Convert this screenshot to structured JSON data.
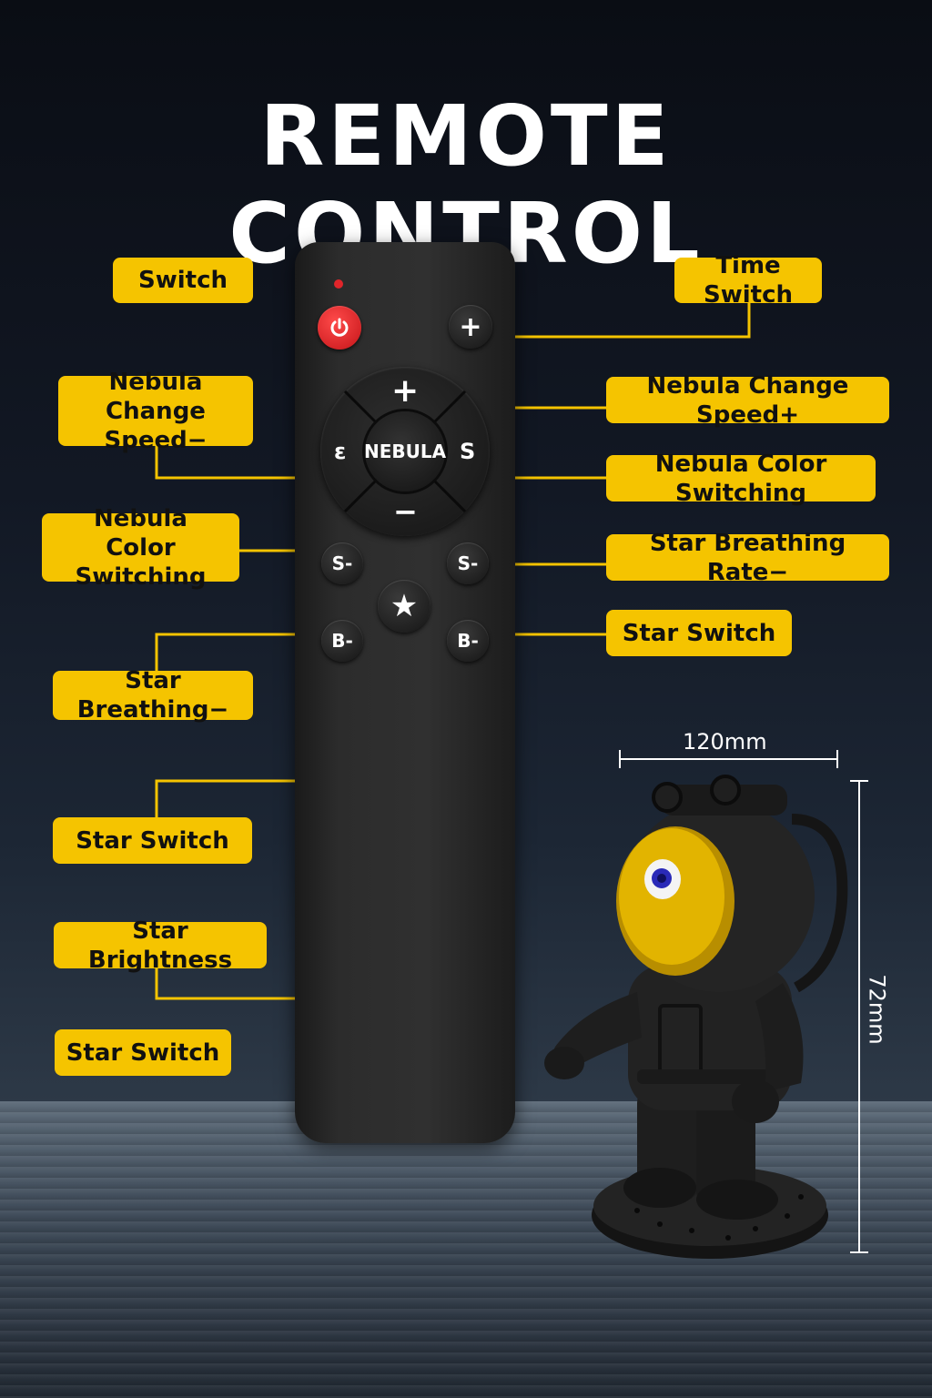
{
  "title": "REMOTE CONTROL",
  "labels": {
    "switch": "Switch",
    "time_switch": "Time Switch",
    "nebula_speed_minus": "Nebula Change Speed−",
    "nebula_speed_plus": "Nebula Change Speed+",
    "nebula_color_right": "Nebula Color Switching",
    "nebula_color_left": "Nebula Color Switching",
    "star_breathing_rate_minus": "Star Breathing Rate−",
    "star_switch_right": "Star Switch",
    "star_breathing_minus": "Star Breathing−",
    "star_switch_left_1": "Star Switch",
    "star_brightness": "Star Brightness",
    "star_switch_left_2": "Star Switch"
  },
  "remote": {
    "plus": "+",
    "dpad_up": "+",
    "dpad_down": "−",
    "dpad_left": "ε",
    "dpad_right": "S",
    "dpad_center": "NEBULA",
    "s_minus_left": "S-",
    "s_minus_right": "S-",
    "b_minus_left": "B-",
    "b_minus_right": "B-",
    "star": "★"
  },
  "dimensions": {
    "width": "120mm",
    "height": "72mm"
  },
  "colors": {
    "label_bg": "#f5c400",
    "line": "#f5c400",
    "power": "#e0252a"
  }
}
